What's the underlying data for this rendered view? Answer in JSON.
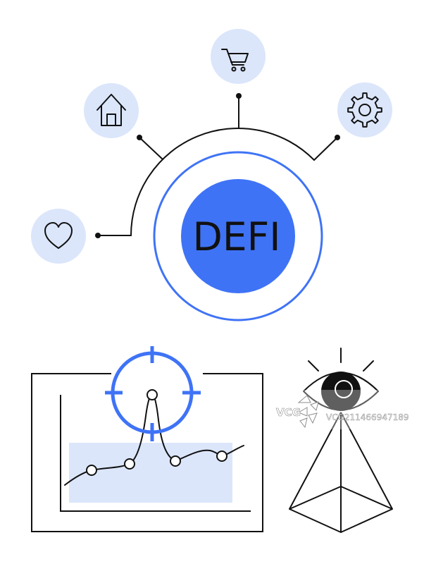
{
  "center": {
    "label": "DEFI"
  },
  "icons": {
    "cart": "shopping-cart-icon",
    "home": "home-icon",
    "gear": "gear-icon",
    "heart": "heart-icon",
    "chart": "chart-panel-icon",
    "target": "crosshair-target-icon",
    "eye": "eye-icon",
    "pyramid": "pyramid-icon"
  },
  "colors": {
    "accent": "#3f73f6",
    "icon_circle": "#dbe6fb",
    "chart_fill": "#dbe6fb",
    "line": "#111111"
  },
  "watermark": {
    "logo": "VCG",
    "text": "VCG211466947189"
  }
}
